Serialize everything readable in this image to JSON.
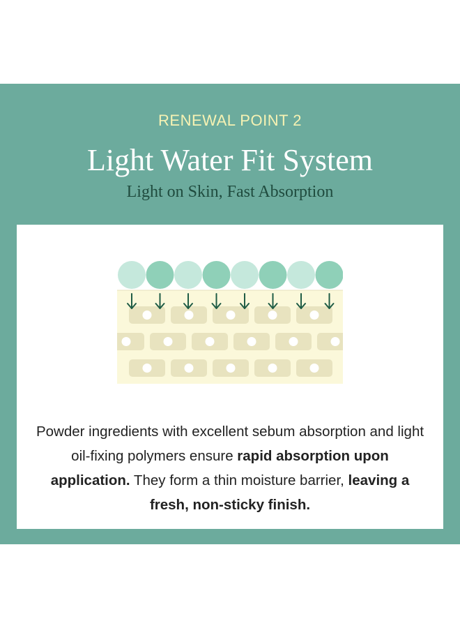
{
  "header": {
    "eyebrow": "RENEWAL POINT 2",
    "title": "Light Water Fit System",
    "subtitle": "Light on Skin, Fast Absorption"
  },
  "description": {
    "part1": "Powder ingredients with excellent sebum absorption and light oil-fixing polymers ensure ",
    "bold1": "rapid absorption upon application.",
    "part2": " They form a thin moisture barrier, ",
    "bold2": "leaving a fresh, non-sticky finish."
  },
  "illustration": {
    "icons": [
      "moisture-droplet-icon",
      "down-arrow-icon",
      "skin-cell-icon"
    ],
    "droplet_count": 8,
    "colors": {
      "band": "#6cab9d",
      "droplet_light": "#c5e8dc",
      "droplet_dark": "#8fd0b8",
      "arrow": "#1f5c45",
      "skin_background": "#fbf8da",
      "cell": "#e8e3bf",
      "nucleus": "#ffffff",
      "eyebrow_text": "#f6f2b3",
      "subtitle_text": "#1f4b3e"
    }
  }
}
